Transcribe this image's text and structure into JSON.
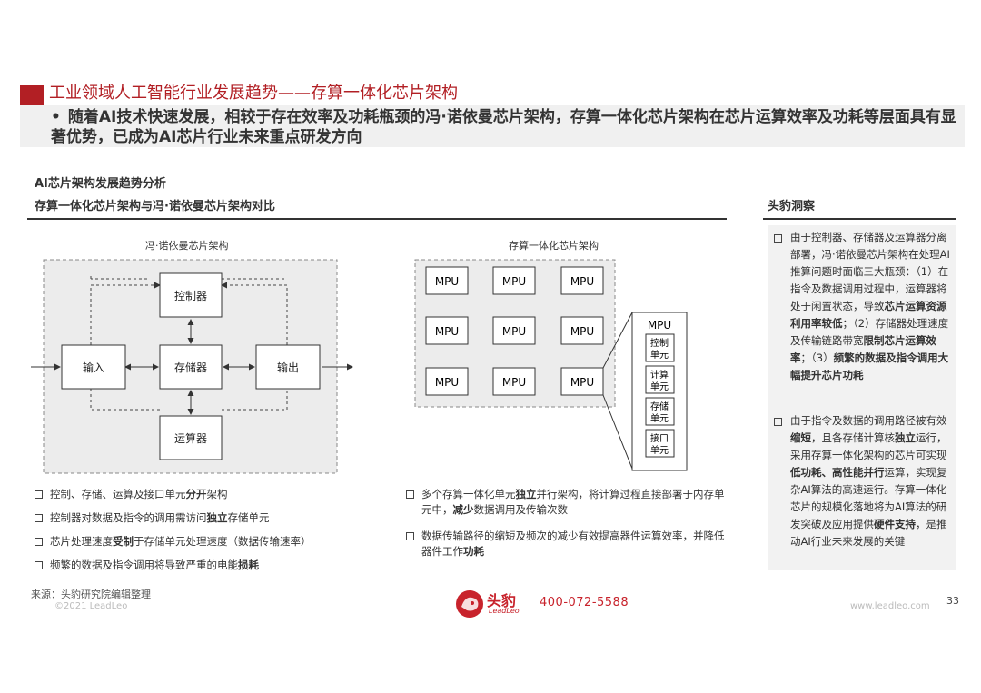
{
  "header": {
    "title": "工业领域人工智能行业发展趋势——存算一体化芯片架构",
    "bullet": "•",
    "subtitle": "随着AI技术快速发展，相较于存在效率及功耗瓶颈的冯·诺依曼芯片架构，存算一体化芯片架构在芯片运算效率及功耗等层面具有显著优势，已成为AI芯片行业未来重点研发方向"
  },
  "section": {
    "analysis_heading": "AI芯片架构发展趋势分析",
    "compare_heading": "存算一体化芯片架构与冯·诺依曼芯片架构对比",
    "insight_heading": "头豹洞察"
  },
  "von_neumann": {
    "title": "冯·诺依曼芯片架构",
    "input": "输入",
    "controller": "控制器",
    "storage": "存储器",
    "arithmetic": "运算器",
    "output": "输出"
  },
  "pim": {
    "title": "存算一体化芯片架构",
    "mpu": "MPU",
    "mpu_detail": "MPU",
    "units": [
      {
        "l1": "控制",
        "l2": "单元"
      },
      {
        "l1": "计算",
        "l2": "单元"
      },
      {
        "l1": "存储",
        "l2": "单元"
      },
      {
        "l1": "接口",
        "l2": "单元"
      }
    ]
  },
  "left_bullets": [
    {
      "a": "控制、存储、运算及接口单元",
      "b": "分开",
      "c": "架构"
    },
    {
      "a": "控制器对数据及指令的调用需访问",
      "b": "独立",
      "c": "存储单元"
    },
    {
      "a": "芯片处理速度",
      "b": "受制",
      "c": "于存储单元处理速度（数据传输速率）"
    },
    {
      "a": "频繁的数据及指令调用将导致严重的电能",
      "b": "损耗",
      "c": ""
    }
  ],
  "mid_bullets": [
    {
      "a": "多个存算一体化单元",
      "b": "独立",
      "c": "并行架构，将计算过程直接部署于内存单元中，",
      "d": "减少",
      "e": "数据调用及传输次数"
    },
    {
      "a": "数据传输路径的缩短及频次的减少有效提高器件运算效率，并降低器件工作",
      "b": "功耗",
      "c": ""
    }
  ],
  "insights": {
    "item1": {
      "t1": "由于控制器、存储器及运算器分离部署，冯·诺依曼芯片架构在处理AI推算问题时面临三大瓶颈：（1）在指令及数据调用过程中，运算器将处于闲置状态，导致",
      "b1": "芯片运算资源利用率较低",
      "t2": "；（2）存储器处理速度及传输链路带宽",
      "b2": "限制芯片运算效率",
      "t3": "；（3）",
      "b3": "频繁的数据及指令调用大幅提升芯片功耗"
    },
    "item2": {
      "t1": "由于指令及数据的调用路径被有效",
      "b1": "缩短",
      "t2": "，且各存储计算核",
      "b2": "独立",
      "t3": "运行，采用存算一体化架构的芯片可实现",
      "b3": "低功耗、高性能并行",
      "t4": "运算，实现复杂AI算法的高速运行。存算一体化芯片的规模化落地将为AI算法的研发突破及应用提供",
      "b4": "硬件支持",
      "t5": "，是推动AI行业未来发展的关键"
    }
  },
  "footer": {
    "source": "来源：头豹研究院编辑整理",
    "copyright": "©2021 LeadLeo",
    "logo_name": "头豹",
    "logo_sub": "LeadLeo",
    "phone": "400-072-5588",
    "website": "www.leadleo.com",
    "page": "33"
  },
  "colors": {
    "brand_red": "#b21f24",
    "subtitle_bg": "#f0f0f0",
    "panel_bg": "#f2f2f2"
  }
}
